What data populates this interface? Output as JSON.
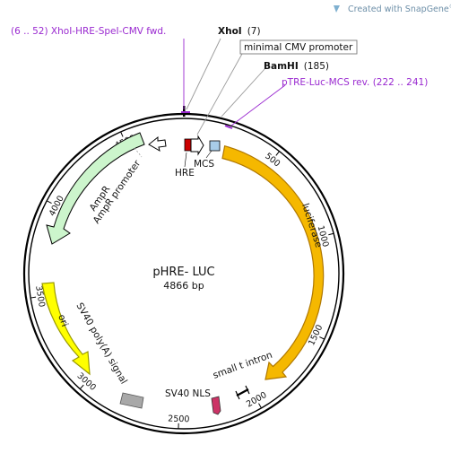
{
  "brand": {
    "text": "Created with SnapGene",
    "mark": "®",
    "color": "#6d8fa8"
  },
  "plasmid": {
    "name": "pHRE- LUC",
    "size": "4866 bp"
  },
  "ticks": [
    {
      "text": "500"
    },
    {
      "text": "1000"
    },
    {
      "text": "1500"
    },
    {
      "text": "2000"
    },
    {
      "text": "2500"
    },
    {
      "text": "3000"
    },
    {
      "text": "3500"
    },
    {
      "text": "4000"
    },
    {
      "text": "4500"
    }
  ],
  "callouts": {
    "hre_primer": {
      "text": "(6 .. 52)  XhoI-HRE-SpeI-CMV fwd."
    },
    "xhoi": {
      "name": "XhoI",
      "pos": "(7)"
    },
    "cmv": {
      "text": "minimal CMV promoter"
    },
    "bamhi": {
      "name": "BamHI",
      "pos": "(185)"
    },
    "mcs_primer": {
      "text": "pTRE-Luc-MCS rev.  (222 .. 241)"
    }
  },
  "features": {
    "hre": "HRE",
    "mcs": "MCS",
    "luciferase": "luciferase",
    "small_t_intron": "small t intron",
    "sv40_nls": "SV40 NLS",
    "sv40_polya": "SV40 poly(A) signal",
    "ori": "ori",
    "ampr": "AmpR",
    "ampr_promoter": "AmpR promoter"
  },
  "colors": {
    "backbone": "#000000",
    "luciferase": "#f5b800",
    "ori": "#ffff00",
    "ampr": "#ccf5cc",
    "polya": "#a8a8a8",
    "hre": "#cc0000",
    "mcs": "#a8cce8",
    "nls": "#cc3366",
    "primer": "#9a2ad0"
  }
}
